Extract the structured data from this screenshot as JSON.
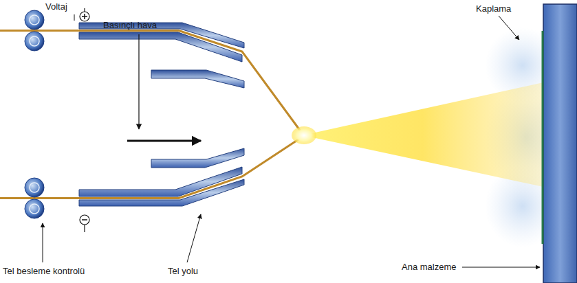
{
  "diagram": {
    "labels": [
      "Voltaj",
      "Basınçlı hava",
      "Kaplama",
      "Tel besleme kontrolü",
      "Tel yolu",
      "Ana malzeme"
    ]
  }
}
